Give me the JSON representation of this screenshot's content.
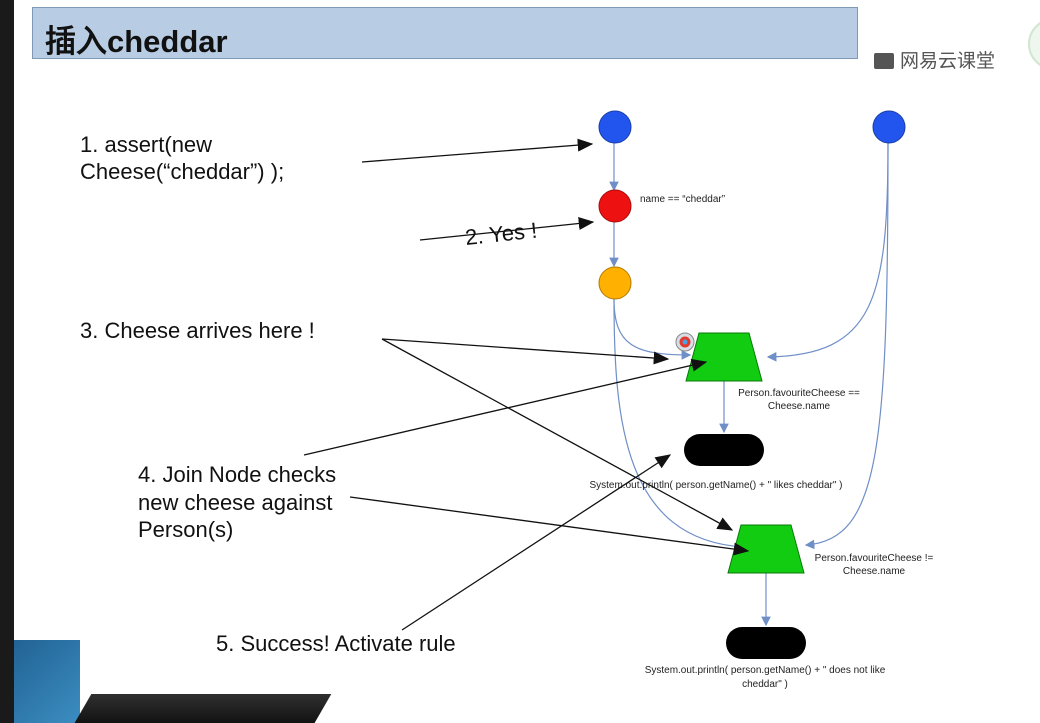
{
  "title": "插入cheddar",
  "brand": "网易云课堂",
  "callouts": {
    "c1_line1": "1. assert(new",
    "c1_line2": "Cheese(“cheddar”) );",
    "c2": "2. Yes !",
    "c3": "3. Cheese arrives here !",
    "c4_line1": "4. Join Node checks",
    "c4_line2": "new cheese against",
    "c4_line3": "Person(s)",
    "c5": "5. Success! Activate rule"
  },
  "labels": {
    "alpha": "name == “cheddar”",
    "join1_line1": "Person.favouriteCheese ==",
    "join1_line2": "Cheese.name",
    "term1": "System.out.println( person.getName() + \" likes cheddar\" )",
    "join2_line1": "Person.favouriteCheese !=",
    "join2_line2": "Cheese.name",
    "term2_line1": "System.out.println( person.getName() + \" does not like",
    "term2_line2": "cheddar\" )"
  },
  "colors": {
    "object_type_node": "#2255ee",
    "alpha_node": "#ee1111",
    "alpha_memory": "#ffb000",
    "join_node": "#11cc11",
    "terminal_node": "#000000",
    "edge": "#6f8fc6"
  }
}
